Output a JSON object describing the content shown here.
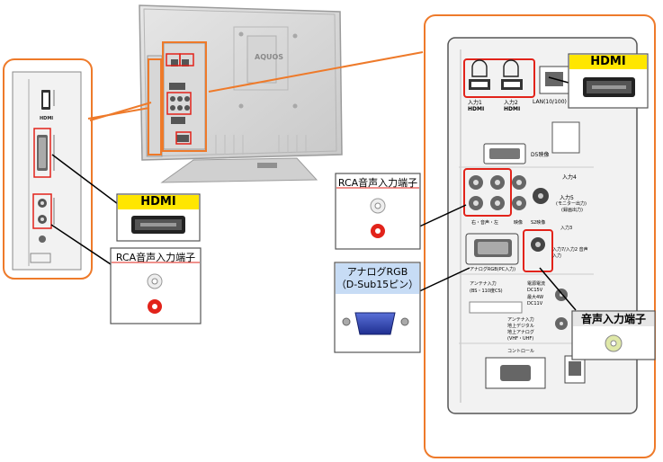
{
  "tv_logo": "AQUOS",
  "callouts": {
    "hdmi_left": "HDMI",
    "hdmi_right": "HDMI",
    "rca_left": "RCA音声入力端子",
    "rca_right": "RCA音声入力端子",
    "analog_rgb_line1": "アナログRGB",
    "analog_rgb_line2": "（D-Sub15ピン）",
    "audio_in": "音声入力端子"
  },
  "panel_labels": {
    "input1": "入力1",
    "input2": "入力2",
    "hdmi_small": "HDMI",
    "lan": "LAN(10/100)",
    "d5": "D5映像",
    "input4": "入力4",
    "input5": "入力5",
    "monitor_out": "(モニター出力)",
    "video_out": "(録画出力)",
    "rca_row": "右・音声・左",
    "video": "映像",
    "s2": "S2映像",
    "input3": "入力3",
    "analog_rgb_pc": "アナログRGB(PC入力)",
    "input_audio": "入力7/入力2 音声入力",
    "antenna": "アンテナ入力",
    "bs": "(BS・110度CS)",
    "power": "電源電流",
    "dc15v": "DC15V",
    "max": "最大4W",
    "dc11v": "DC11V",
    "antenna_terrestrial": "アンテナ入力",
    "terrestrial_digital": "地上デジタル",
    "terrestrial_analog": "地上アナログ",
    "vhf": "(VHF・UHF)",
    "control": "コントロール"
  },
  "colors": {
    "orange": "#ee7a2a",
    "red": "#e2231a",
    "yellow": "#ffe600",
    "panel": "#f2f2f2",
    "rgb_blue": "#2b3ea8"
  }
}
